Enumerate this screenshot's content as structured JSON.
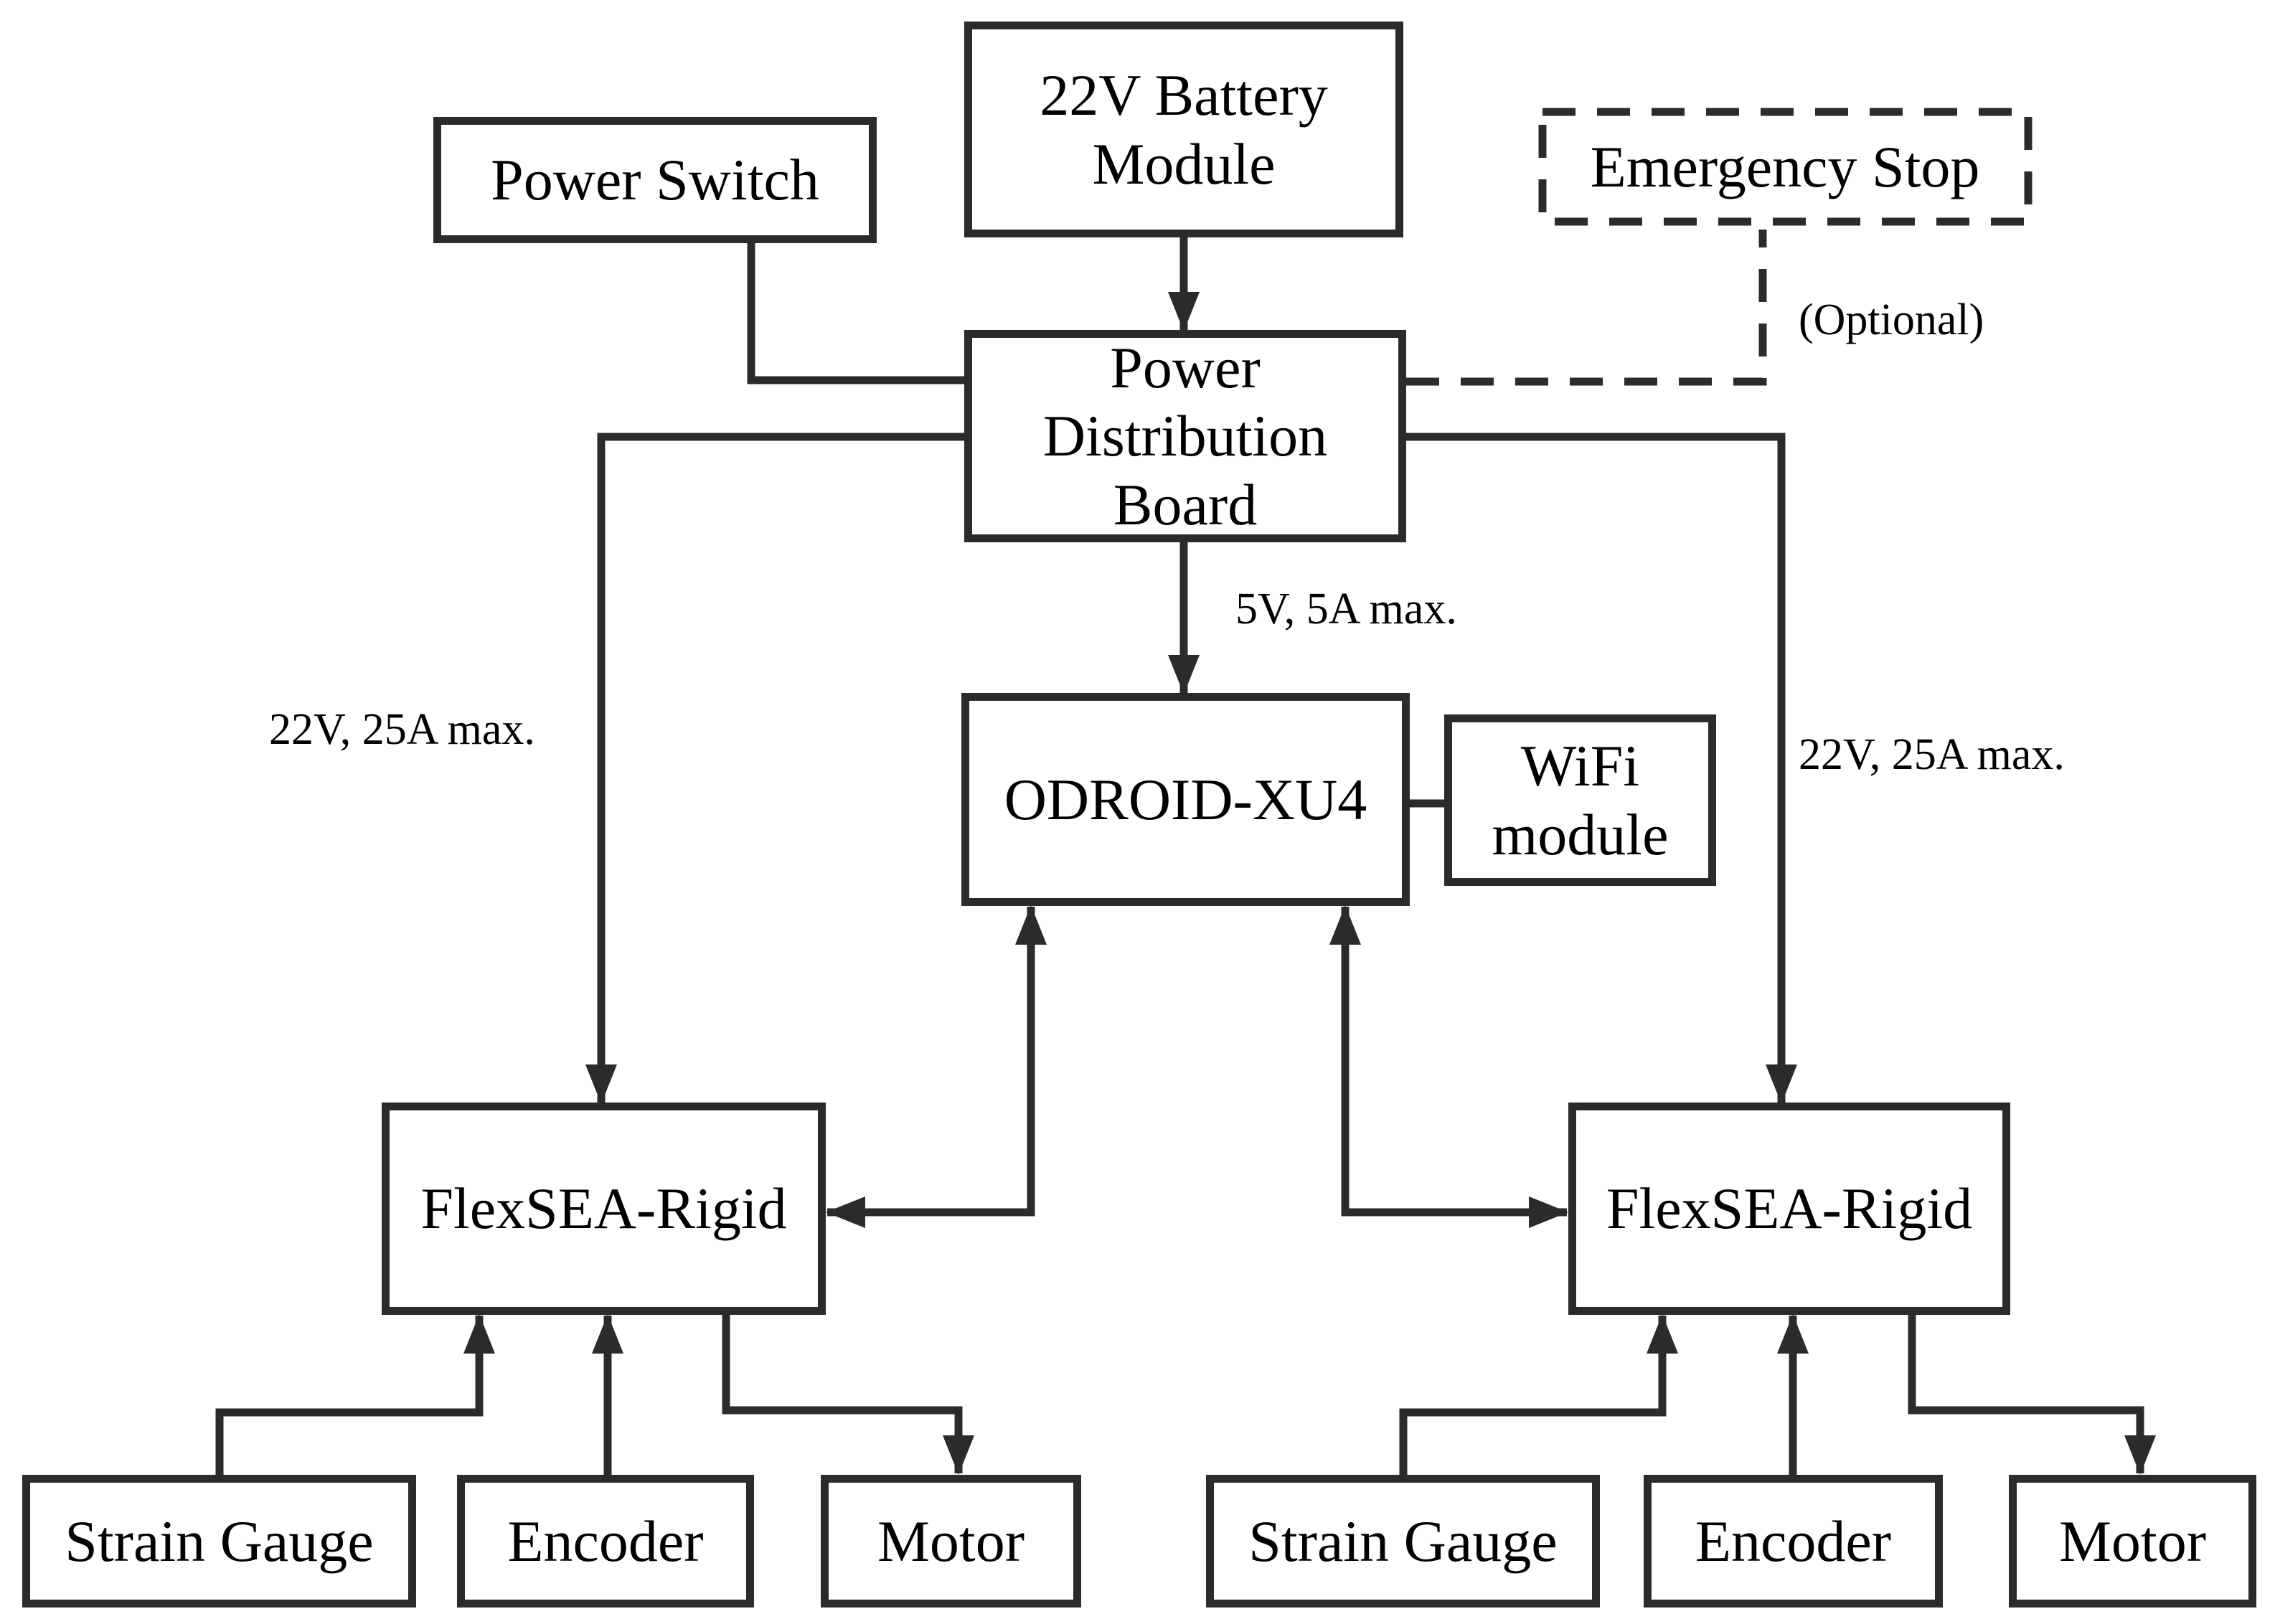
{
  "diagram": {
    "nodes": {
      "power_switch": {
        "label": "Power Switch"
      },
      "battery": {
        "label": "22V Battery Module"
      },
      "emergency_stop": {
        "label": "Emergency Stop"
      },
      "pdb": {
        "label": "Power Distribution Board"
      },
      "odroid": {
        "label": "ODROID-XU4"
      },
      "wifi": {
        "label": "WiFi module"
      },
      "flexsea_left": {
        "label": "FlexSEA-Rigid"
      },
      "flexsea_right": {
        "label": "FlexSEA-Rigid"
      },
      "strain_gauge_left": {
        "label": "Strain Gauge"
      },
      "encoder_left": {
        "label": "Encoder"
      },
      "motor_left": {
        "label": "Motor"
      },
      "strain_gauge_right": {
        "label": "Strain Gauge"
      },
      "encoder_right": {
        "label": "Encoder"
      },
      "motor_right": {
        "label": "Motor"
      }
    },
    "edge_labels": {
      "pdb_to_odroid": "5V, 5A max.",
      "pdb_to_flexsea_left": "22V, 25A max.",
      "pdb_to_flexsea_right": "22V, 25A max.",
      "emergency_stop_note": "(Optional)"
    },
    "colors": {
      "stroke": "#2b2b2b",
      "text": "#000000",
      "background": "#ffffff"
    }
  }
}
